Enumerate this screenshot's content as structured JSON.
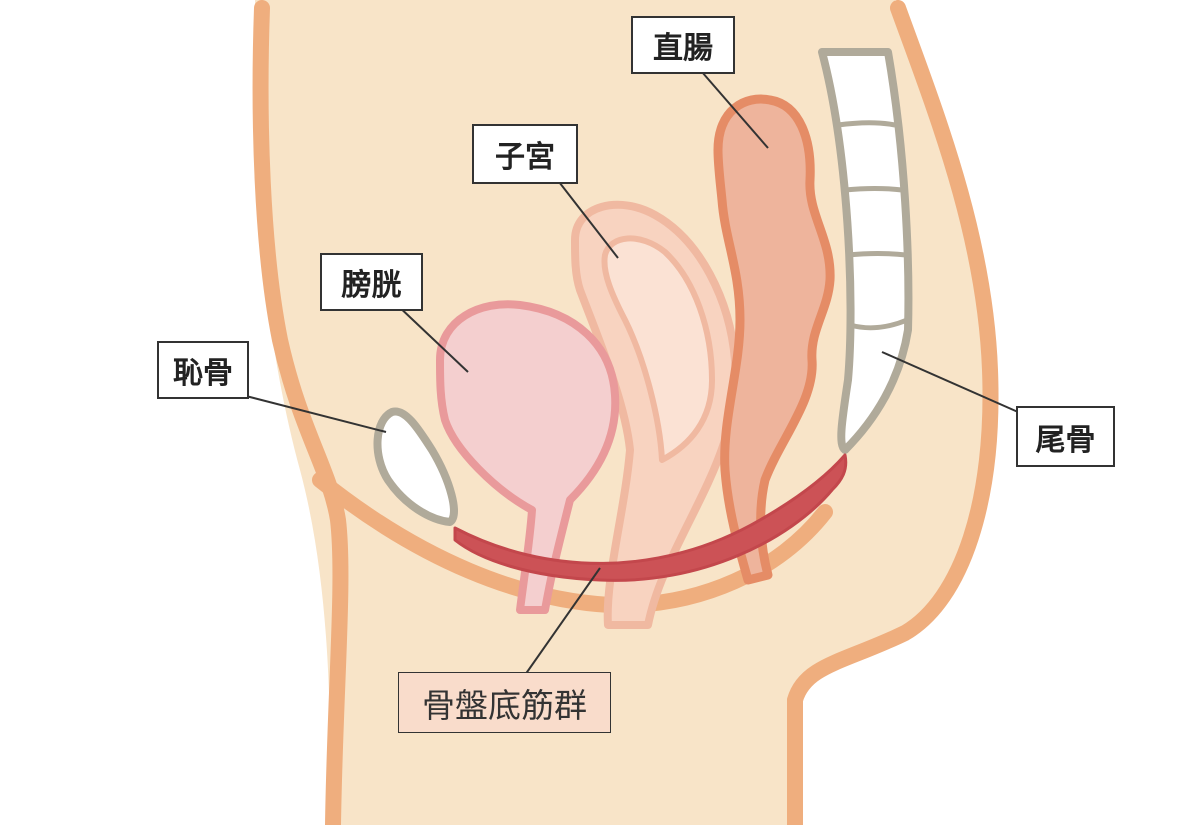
{
  "labels": {
    "rectum": "直腸",
    "uterus": "子宮",
    "bladder": "膀胱",
    "pubic_bone": "恥骨",
    "coccyx": "尾骨",
    "pelvic_floor": "骨盤底筋群"
  },
  "colors": {
    "skin": "#f8e4c8",
    "body_outline": "#efae7e",
    "bladder_fill": "#f4cfcf",
    "bladder_stroke": "#e99a9b",
    "uterus_fill": "#f8d3c0",
    "uterus_stroke": "#f0b9a1",
    "rectum_fill": "#eeb49c",
    "rectum_stroke": "#e58c66",
    "bone_fill": "#ffffff",
    "bone_stroke": "#b0aa9a",
    "muscle_fill": "#cc5256",
    "highlight_label_bg": "#f9dccb",
    "leader_line": "#333333"
  }
}
